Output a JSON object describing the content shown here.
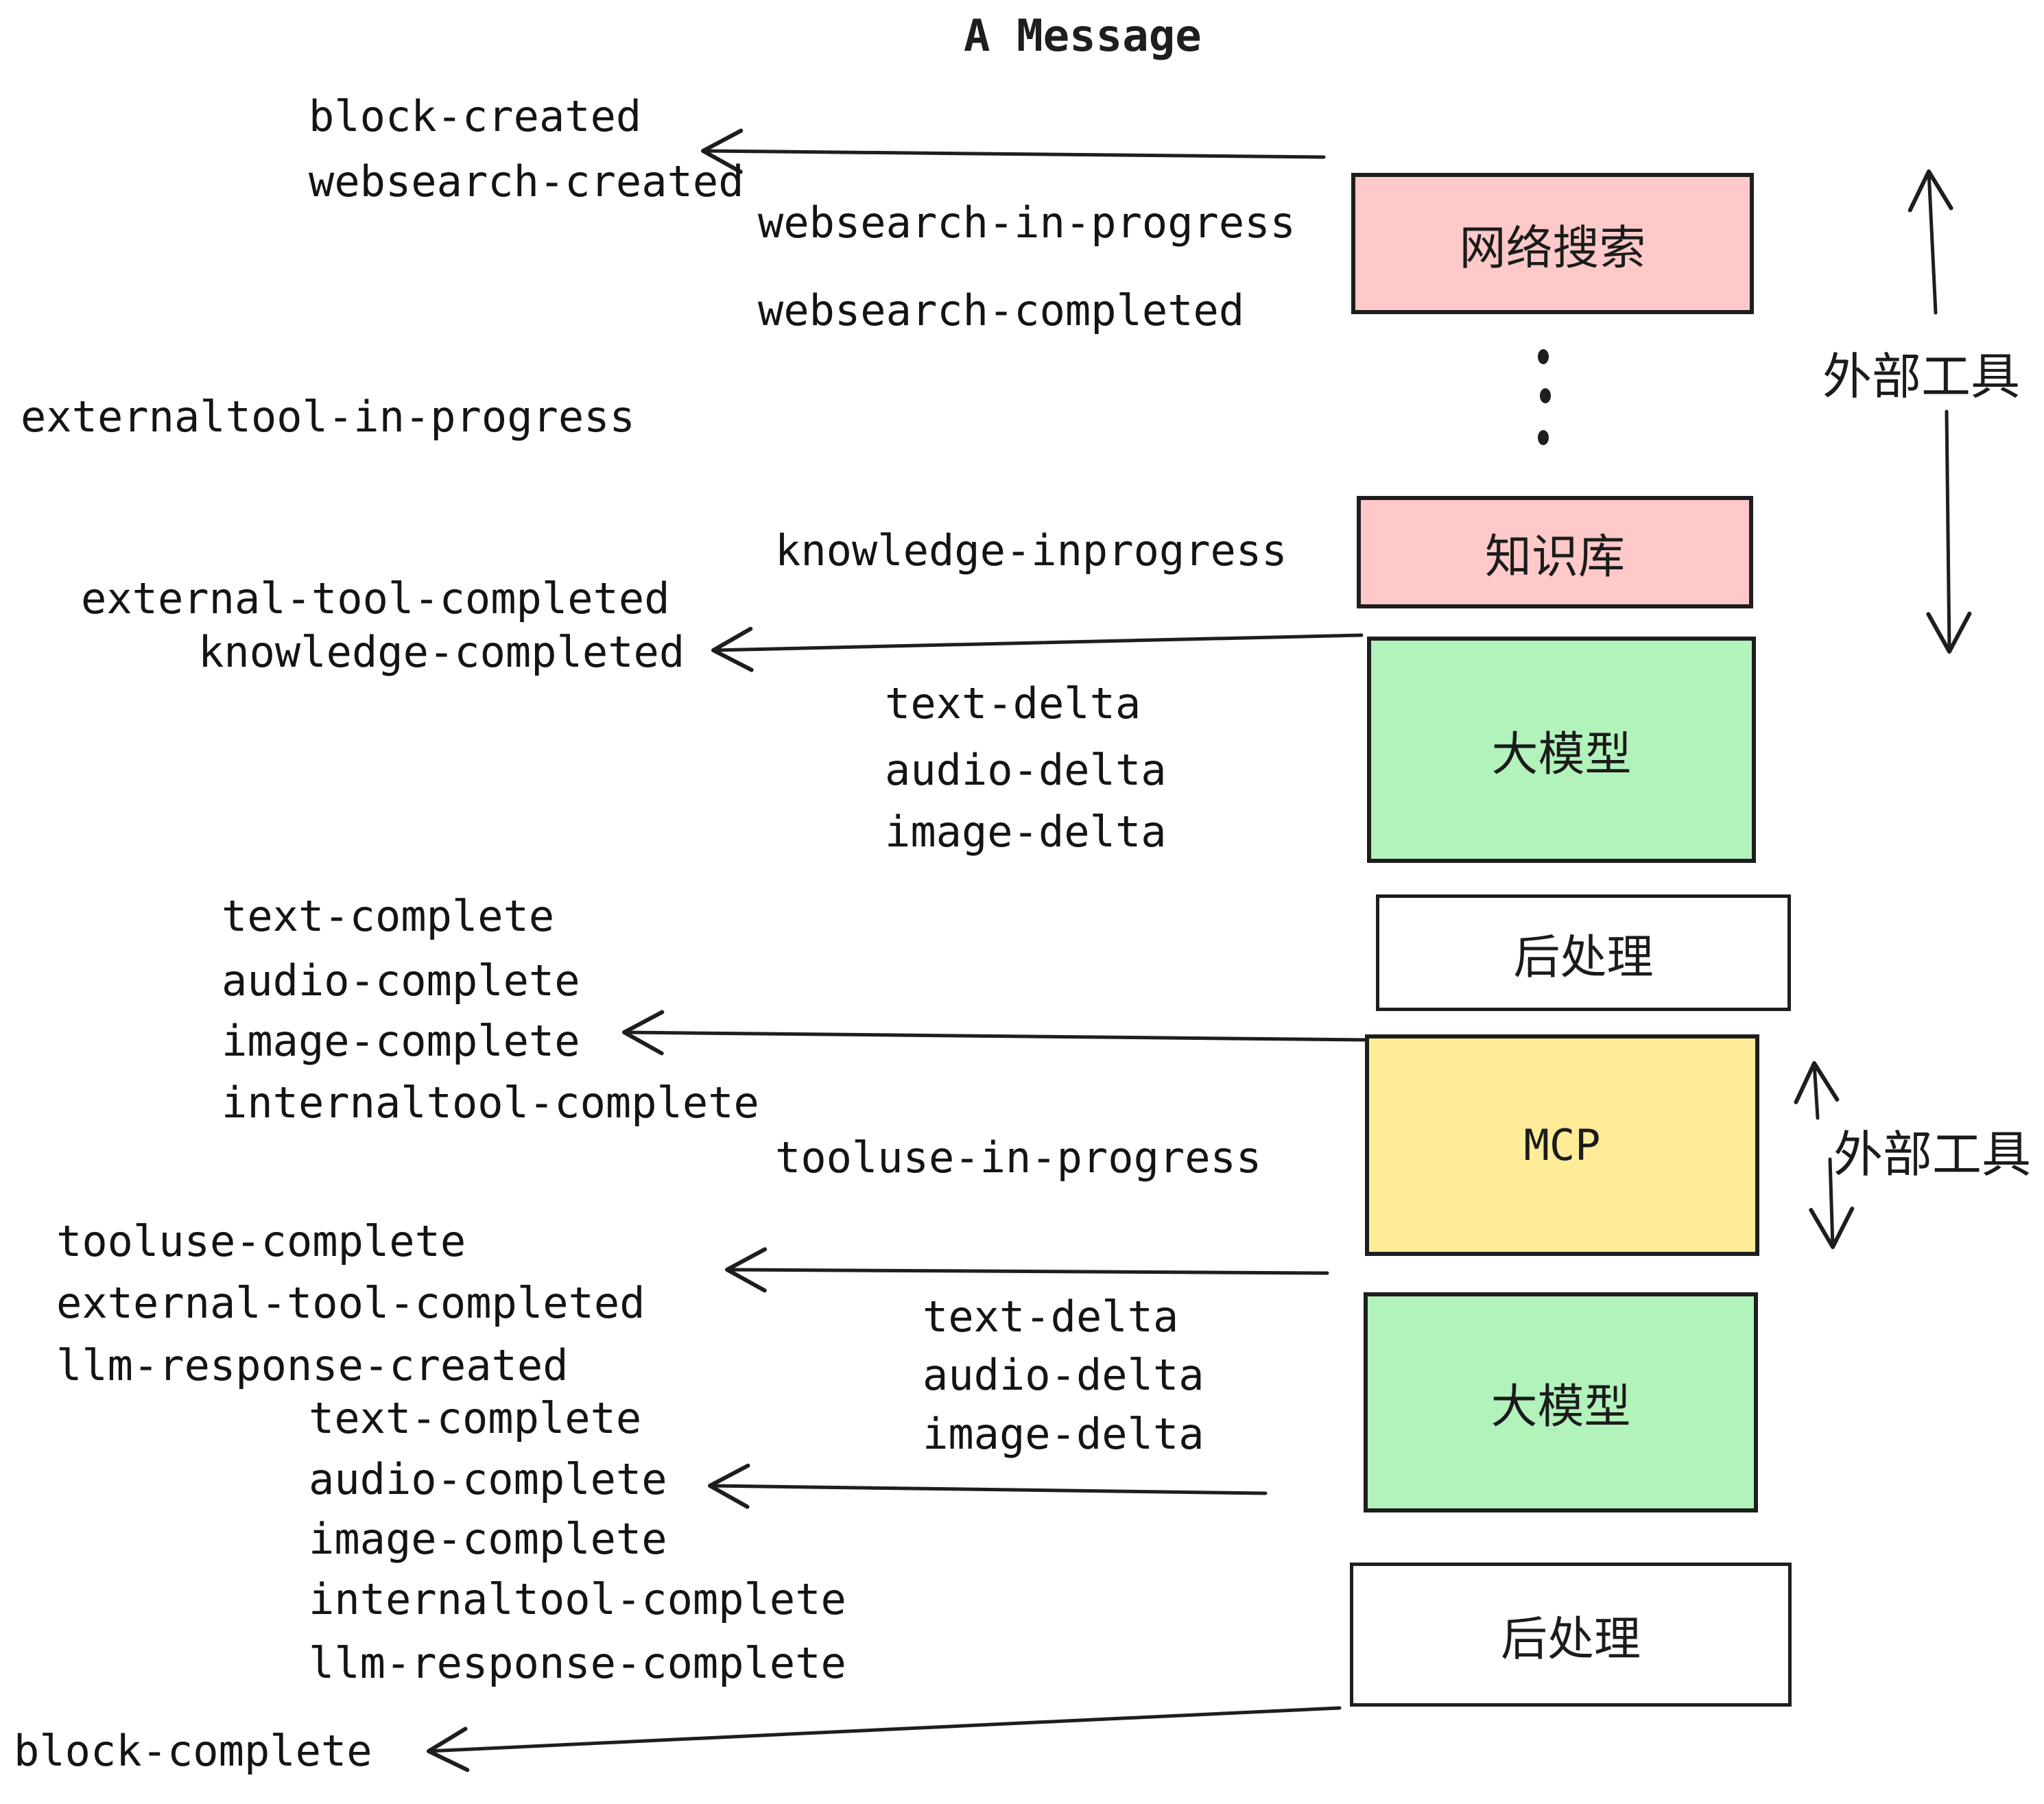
{
  "title": "A Message",
  "colors": {
    "ink": "#1e1e1e",
    "pink": "#ffc9c9",
    "green": "#b2f2bb",
    "yellow": "#ffec99",
    "white": "#ffffff"
  },
  "boxes": {
    "websearch": {
      "label": "网络搜索",
      "fill": "#ffc9c9"
    },
    "knowledge": {
      "label": "知识库",
      "fill": "#ffc9c9"
    },
    "llm_top": {
      "label": "大模型",
      "fill": "#b2f2bb"
    },
    "post_top": {
      "label": "后处理",
      "fill": "#ffffff"
    },
    "mcp": {
      "label": "MCP",
      "fill": "#ffec99"
    },
    "llm_bottom": {
      "label": "大模型",
      "fill": "#b2f2bb"
    },
    "post_bottom": {
      "label": "后处理",
      "fill": "#ffffff"
    }
  },
  "side_labels": {
    "external_tools_top": "外部工具",
    "external_tools_bottom": "外部工具"
  },
  "events": {
    "block_created": "block-created",
    "websearch_created": "websearch-created",
    "websearch_in_progress": "websearch-in-progress",
    "websearch_completed": "websearch-completed",
    "externaltool_in_progress": "externaltool-in-progress",
    "knowledge_inprogress": "knowledge-inprogress",
    "external_tool_completed_1": "external-tool-completed",
    "knowledge_completed": "knowledge-completed",
    "text_delta_1": "text-delta",
    "audio_delta_1": "audio-delta",
    "image_delta_1": "image-delta",
    "text_complete_1": "text-complete",
    "audio_complete_1": "audio-complete",
    "image_complete_1": "image-complete",
    "internaltool_complete_1": "internaltool-complete",
    "tooluse_in_progress": "tooluse-in-progress",
    "tooluse_complete": "tooluse-complete",
    "external_tool_completed_2": "external-tool-completed",
    "llm_response_created": "llm-response-created",
    "text_delta_2": "text-delta",
    "audio_delta_2": "audio-delta",
    "image_delta_2": "image-delta",
    "text_complete_2": "text-complete",
    "audio_complete_2": "audio-complete",
    "image_complete_2": "image-complete",
    "internaltool_complete_2": "internaltool-complete",
    "llm_response_complete": "llm-response-complete",
    "block_complete": "block-complete"
  }
}
